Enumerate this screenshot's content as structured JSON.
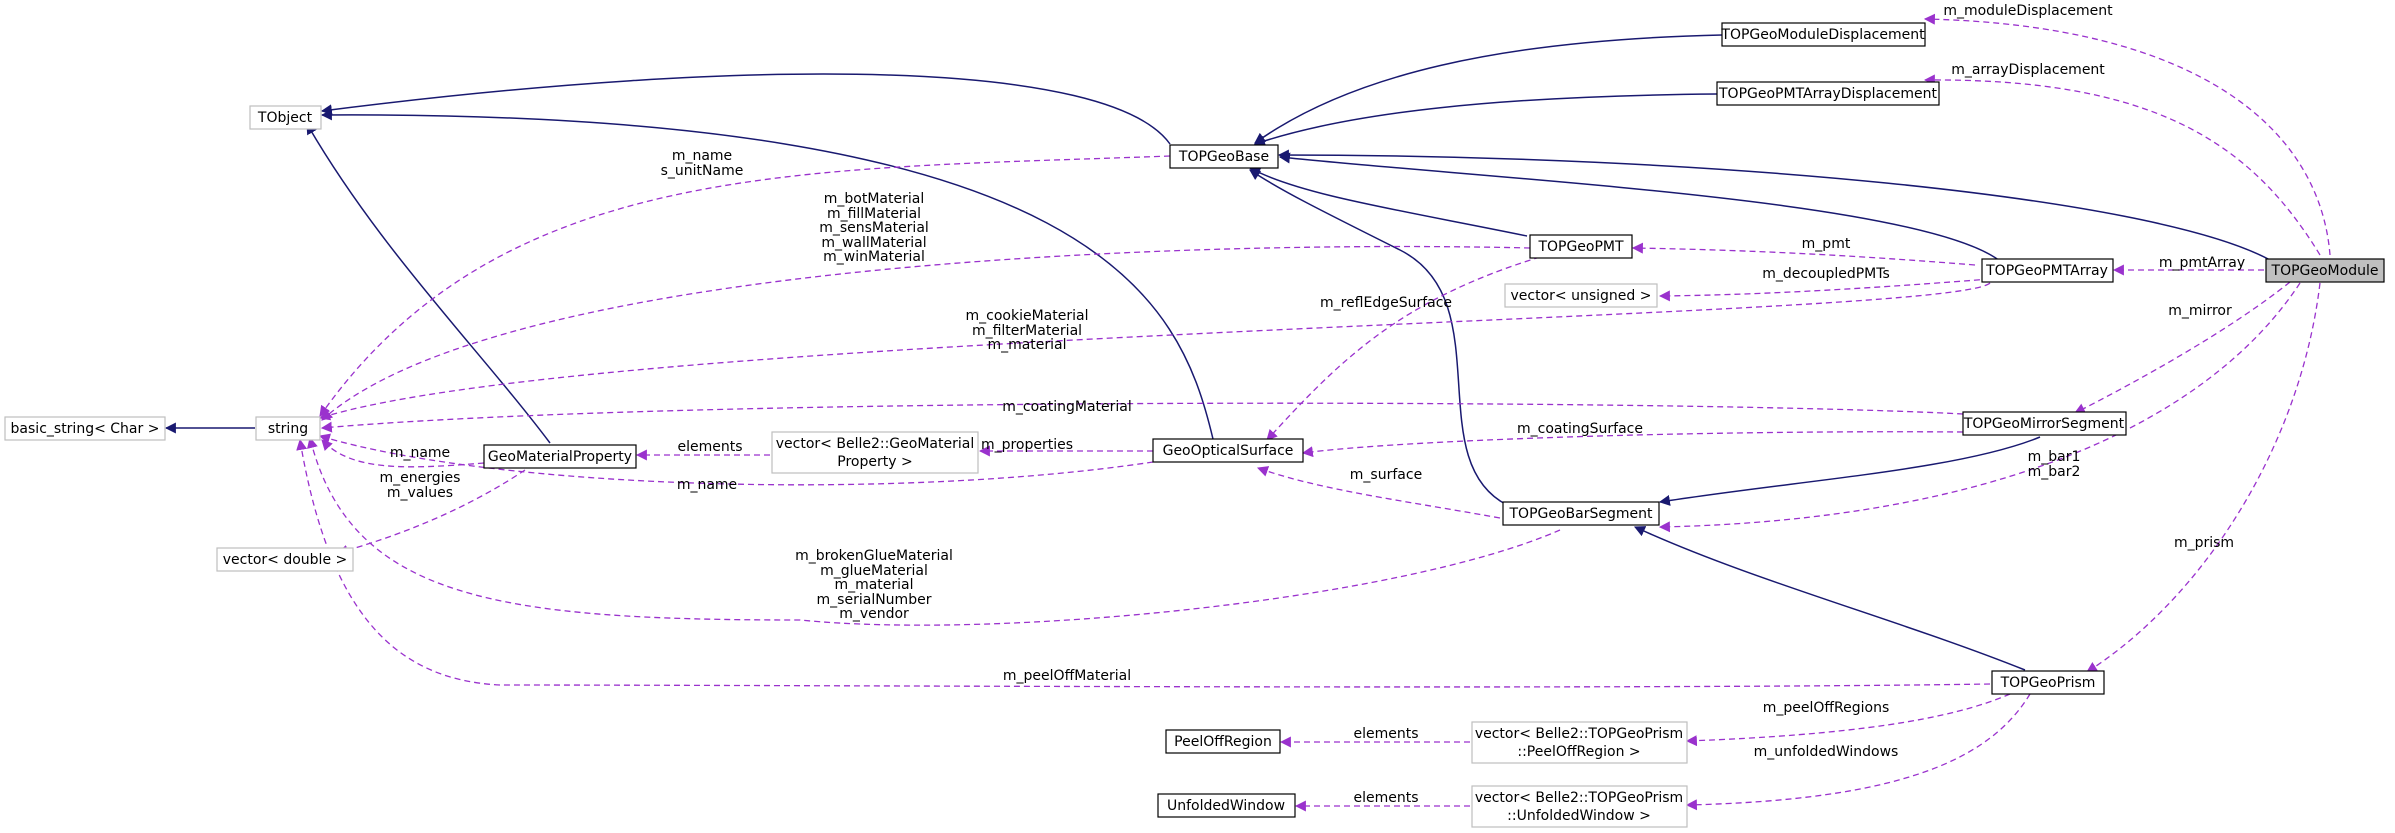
{
  "nodes": {
    "TOPGeoModuleDisplacement": "TOPGeoModuleDisplacement",
    "TOPGeoPMTArrayDisplacement": "TOPGeoPMTArrayDisplacement",
    "TObject": "TObject",
    "TOPGeoBase": "TOPGeoBase",
    "TOPGeoPMT": "TOPGeoPMT",
    "vector_unsigned": "vector< unsigned >",
    "TOPGeoPMTArray": "TOPGeoPMTArray",
    "TOPGeoModule": "TOPGeoModule",
    "basic_string": "basic_string< Char >",
    "string": "string",
    "GeoMaterialProperty": "GeoMaterialProperty",
    "vector_GeoMaterialProperty_l1": "vector< Belle2::GeoMaterial",
    "vector_GeoMaterialProperty_l2": "Property >",
    "GeoOpticalSurface": "GeoOpticalSurface",
    "TOPGeoMirrorSegment": "TOPGeoMirrorSegment",
    "vector_double": "vector< double >",
    "TOPGeoBarSegment": "TOPGeoBarSegment",
    "TOPGeoPrism": "TOPGeoPrism",
    "PeelOffRegion": "PeelOffRegion",
    "vector_PeelOffRegion_l1": "vector< Belle2::TOPGeoPrism",
    "vector_PeelOffRegion_l2": "::PeelOffRegion >",
    "UnfoldedWindow": "UnfoldedWindow",
    "vector_UnfoldedWindow_l1": "vector< Belle2::TOPGeoPrism",
    "vector_UnfoldedWindow_l2": "::UnfoldedWindow >"
  },
  "edge_labels": {
    "m_moduleDisplacement": "m_moduleDisplacement",
    "m_arrayDisplacement": "m_arrayDisplacement",
    "base_string_1": "m_name",
    "base_string_2": "s_unitName",
    "pmt_string_1": "m_botMaterial",
    "pmt_string_2": "m_fillMaterial",
    "pmt_string_3": "m_sensMaterial",
    "pmt_string_4": "m_wallMaterial",
    "pmt_string_5": "m_winMaterial",
    "m_pmt": "m_pmt",
    "m_decoupledPMTs": "m_decoupledPMTs",
    "m_pmtArray": "m_pmtArray",
    "m_reflEdgeSurface": "m_reflEdgeSurface",
    "array_string_1": "m_cookieMaterial",
    "array_string_2": "m_filterMaterial",
    "array_string_3": "m_material",
    "m_mirror": "m_mirror",
    "m_coatingMaterial": "m_coatingMaterial",
    "m_coatingSurface": "m_coatingSurface",
    "gmp_elements": "elements",
    "m_properties": "m_properties",
    "gmp_m_name": "m_name",
    "m_energies": "m_energies",
    "m_values": "m_values",
    "gos_m_name": "m_name",
    "m_surface": "m_surface",
    "m_bar1": "m_bar1",
    "m_bar2": "m_bar2",
    "bar_string_1": "m_brokenGlueMaterial",
    "bar_string_2": "m_glueMaterial",
    "bar_string_3": "m_material",
    "bar_string_4": "m_serialNumber",
    "bar_string_5": "m_vendor",
    "m_prism": "m_prism",
    "m_peelOffMaterial": "m_peelOffMaterial",
    "m_peelOffRegions": "m_peelOffRegions",
    "peel_elements": "elements",
    "m_unfoldedWindows": "m_unfoldedWindows",
    "unf_elements": "elements"
  },
  "colors": {
    "inheritance": "#191970",
    "usage": "#9a32cd",
    "focus_fill": "#bfbfbf",
    "external_border": "#bfbfbf"
  }
}
